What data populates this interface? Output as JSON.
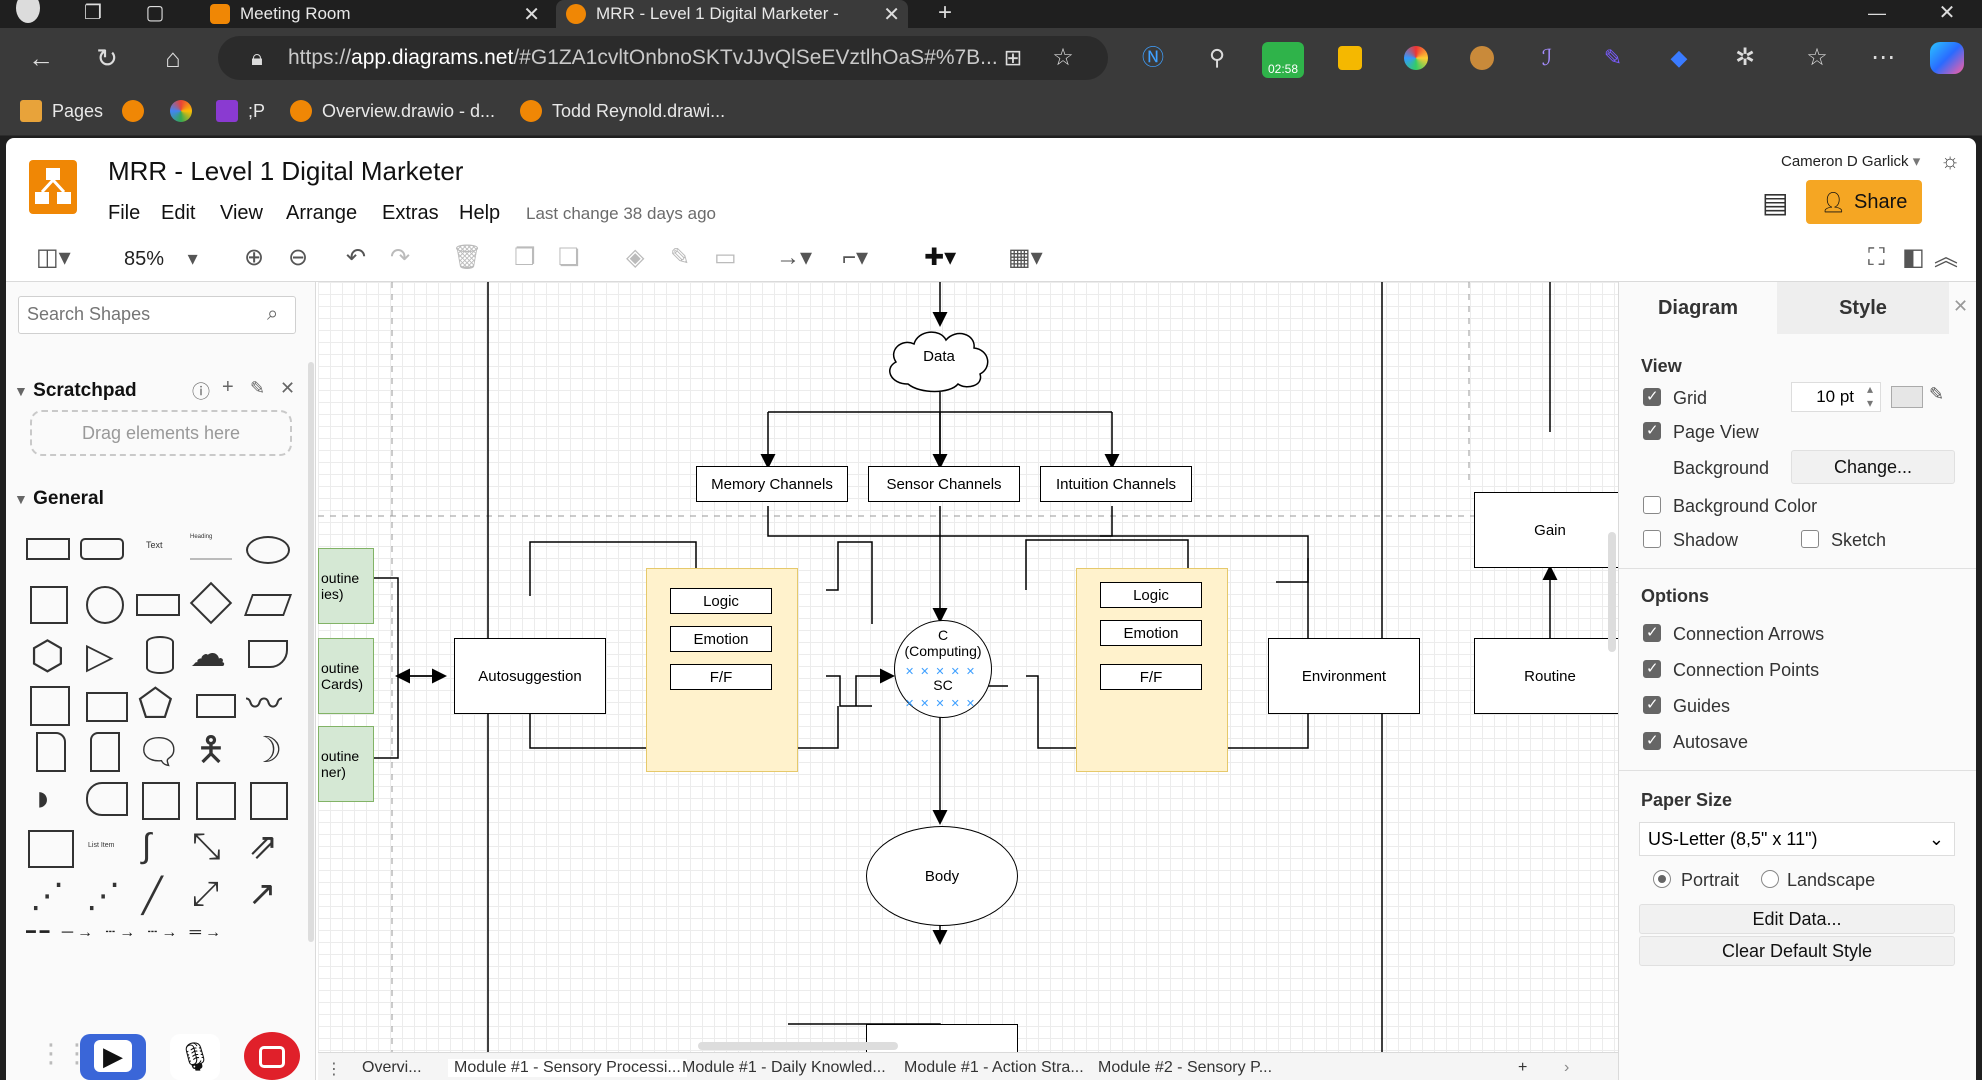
{
  "browser": {
    "tabs": [
      {
        "label": "Meeting Room"
      },
      {
        "label": "MRR - Level 1 Digital Marketer - "
      }
    ],
    "url_prefix": "https://",
    "url_host": "app.diagrams.net",
    "url_rest": "/#G1ZA1cvltOnbnoSKTvJJvQlSeEVztlhOaS#%7B...",
    "timer_badge": "02:58",
    "bookmarks": [
      "Pages",
      ";P",
      "Overview.drawio - d...",
      "Todd Reynold.drawi..."
    ]
  },
  "app": {
    "title": "MRR - Level 1 Digital Marketer",
    "menu": [
      "File",
      "Edit",
      "View",
      "Arrange",
      "Extras",
      "Help"
    ],
    "last_change": "Last change 38 days ago",
    "user": "Cameron D Garlick",
    "share_label": "Share",
    "zoom": "85%",
    "brand_color": "#f08705",
    "share_color": "#f5a623"
  },
  "left": {
    "search_placeholder": "Search Shapes",
    "scratchpad": "Scratchpad",
    "drag_text": "Drag elements here",
    "general": "General",
    "shape_text": "Text",
    "shape_heading": "Heading",
    "shape_list": "List Item"
  },
  "diagram": {
    "data": "Data",
    "memory": "Memory Channels",
    "sensor": "Sensor Channels",
    "intuition": "Intuition Channels",
    "gain": "Gain",
    "autosuggestion": "Autosuggestion",
    "logic": "Logic",
    "emotion": "Emotion",
    "ff": "F/F",
    "computing_line1": "C",
    "computing_line2": "(Computing)",
    "sc": "SC",
    "environment": "Environment",
    "routine": "Routine",
    "body": "Body",
    "green1_a": "outine",
    "green1_b": "ies)",
    "green2_a": "outine",
    "green2_b": "Cards)",
    "green3_a": "outine",
    "green3_b": "ner)",
    "group_fill": "#fff2cc",
    "green_fill": "#d5e8d4"
  },
  "right": {
    "tab_diagram": "Diagram",
    "tab_style": "Style",
    "view": "View",
    "grid": "Grid",
    "grid_size": "10 pt",
    "page_view": "Page View",
    "background": "Background",
    "change": "Change...",
    "background_color": "Background Color",
    "shadow": "Shadow",
    "sketch": "Sketch",
    "options": "Options",
    "connection_arrows": "Connection Arrows",
    "connection_points": "Connection Points",
    "guides": "Guides",
    "autosave": "Autosave",
    "paper_size": "Paper Size",
    "paper_value": "US-Letter (8,5\" x 11\")",
    "portrait": "Portrait",
    "landscape": "Landscape",
    "edit_data": "Edit Data...",
    "clear_style": "Clear Default Style"
  },
  "pages": [
    "Overvi...",
    "Module #1 - Sensory Processi...",
    "Module #1 - Daily Knowled...",
    "Module #1 - Action Stra...",
    "Module #2 - Sensory P..."
  ]
}
